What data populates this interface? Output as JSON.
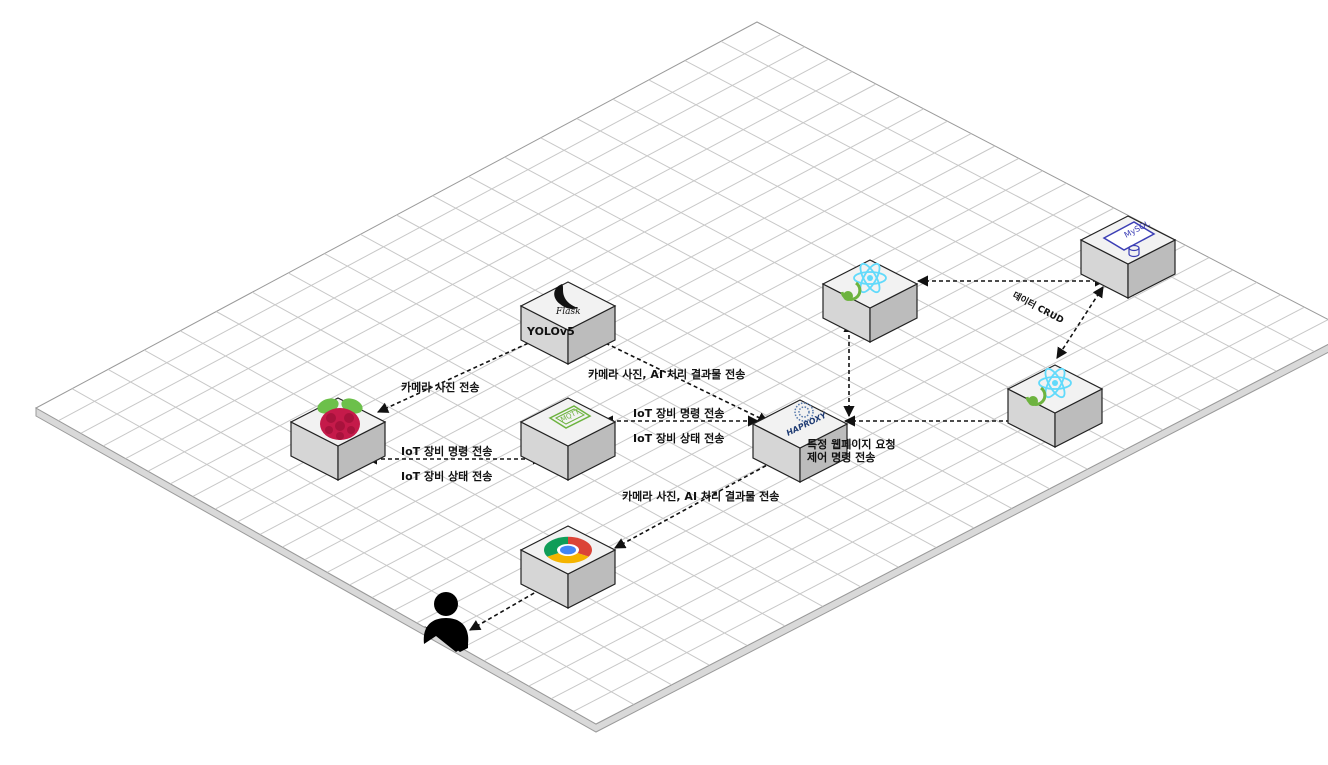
{
  "nodes": {
    "flask": {
      "icon": "flask-icon",
      "caption": "Flask",
      "label": "YOLOv5"
    },
    "raspberry": {
      "icon": "raspberry-pi-icon"
    },
    "mqtt": {
      "icon": "mqtt-icon",
      "caption": "MQTT"
    },
    "haproxy": {
      "icon": "haproxy-icon",
      "caption": "HAPROXY"
    },
    "chrome": {
      "icon": "chrome-icon"
    },
    "user": {
      "icon": "user-icon"
    },
    "react_spring_1": {
      "icon": "react-spring-icon"
    },
    "react_spring_2": {
      "icon": "react-spring-icon"
    },
    "mysql": {
      "icon": "mysql-icon",
      "caption": "MySQL"
    }
  },
  "labels": {
    "pi_to_flask": "카메라 사진 전송",
    "flask_to_haproxy": "카메라 사진, AI 처리 결과물 전송",
    "mqtt_haproxy_cmd": "IoT 장비 명령 전송",
    "mqtt_haproxy_status": "IoT 장비 상태 전송",
    "pi_mqtt_cmd": "IoT 장비 명령 전송",
    "pi_mqtt_status": "IoT 장비 상태 전송",
    "haproxy_req_1": "특정 웹페이지 요청",
    "haproxy_req_2": "제어 명령 전송",
    "chrome_to_haproxy": "카메라 사진, AI 처리 결과물 전송",
    "data_crud": "데이터 CRUD"
  },
  "colors": {
    "raspberry": "#c51a4a",
    "leaf": "#6cc04a",
    "react": "#61dafb",
    "spring": "#6db33f",
    "mysql": "#3c3fb5",
    "mqtt": "#660066",
    "haproxy": "#1f3b73",
    "chrome_red": "#db4437",
    "chrome_green": "#0f9d58",
    "chrome_yellow": "#f4b400",
    "chrome_blue": "#4285f4"
  }
}
